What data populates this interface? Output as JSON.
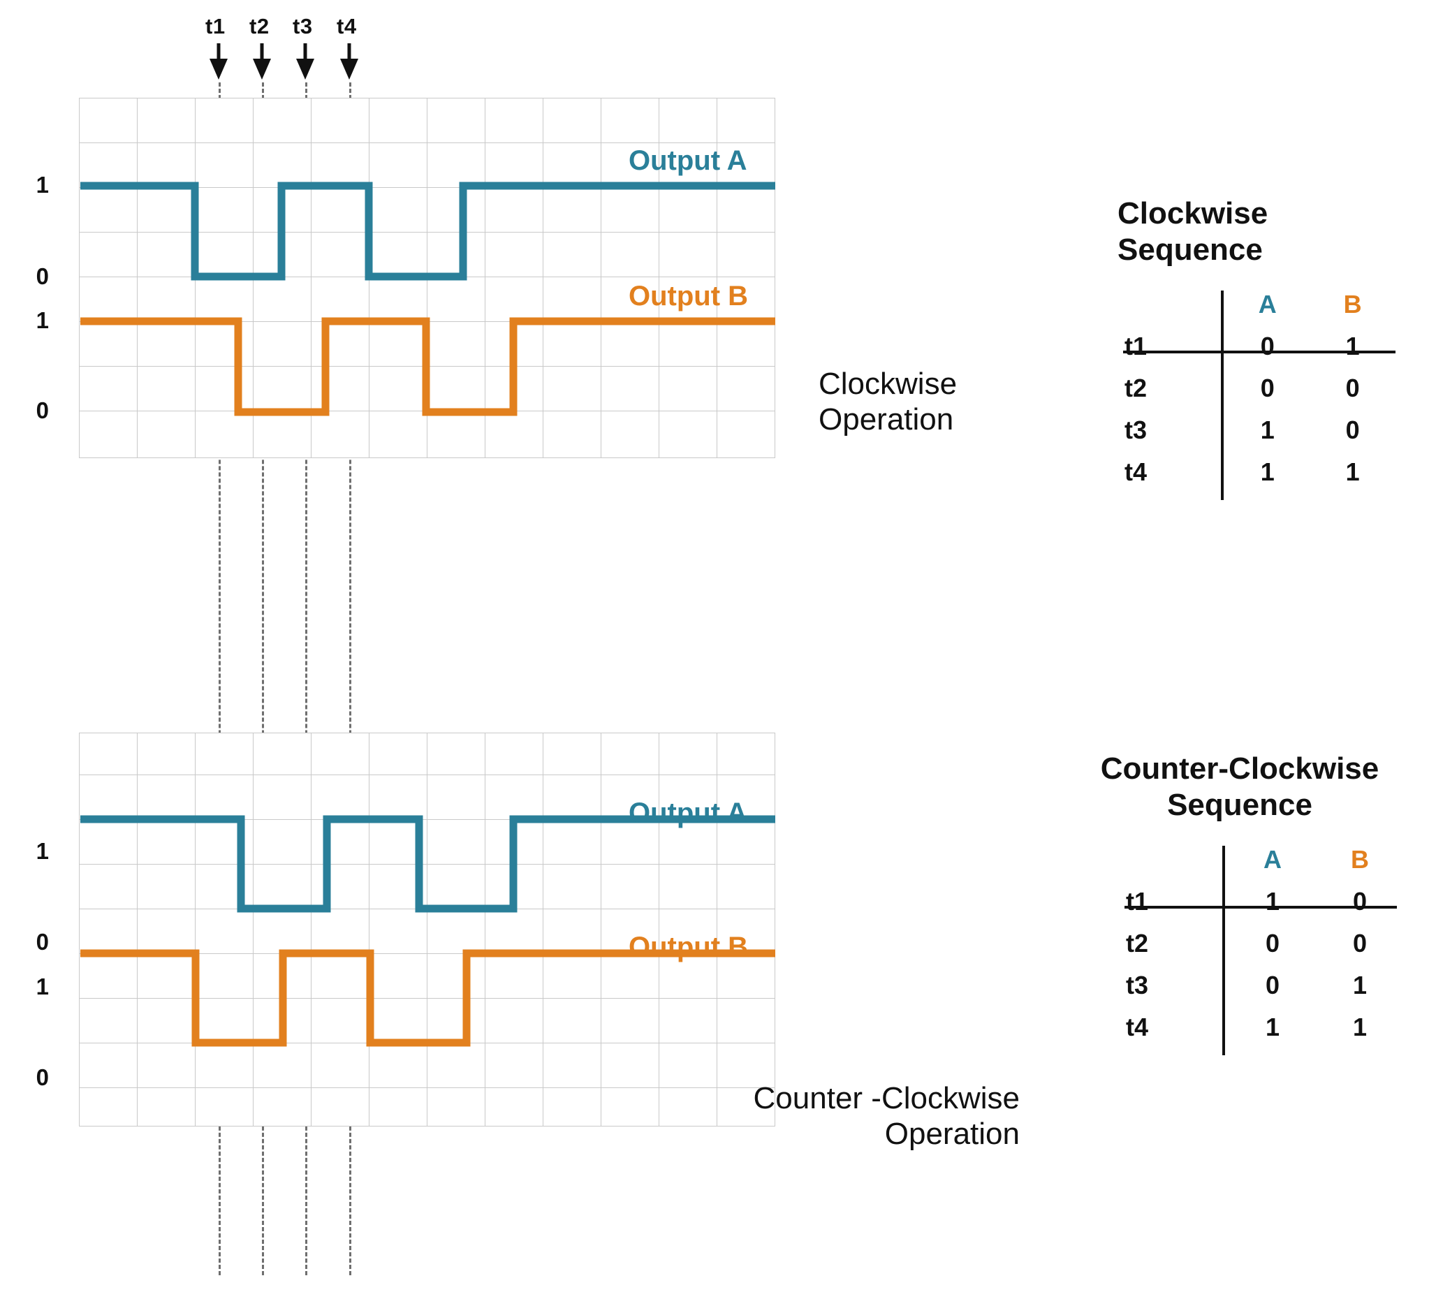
{
  "time_markers": [
    {
      "label": "t1",
      "x": 313
    },
    {
      "label": "t2",
      "x": 375
    },
    {
      "label": "t3",
      "x": 437
    },
    {
      "label": "t4",
      "x": 500
    }
  ],
  "colors": {
    "output_a": "#2a7f99",
    "output_b": "#e2801e",
    "grid": "#c9c9c9",
    "guide": "#6f6f6f",
    "text": "#111111"
  },
  "charts": [
    {
      "id": "clockwise",
      "caption_line1": "Clockwise",
      "caption_line2": "Operation",
      "series_label_a": "Output A",
      "series_label_b": "Output B",
      "axis_labels": [
        "1",
        "0",
        "1",
        "0"
      ],
      "chart_data": {
        "type": "line",
        "title": "Clockwise Operation",
        "xlabel": "",
        "ylabel": "",
        "grid": true,
        "legend": [
          "Output A",
          "Output B"
        ],
        "annotations": [
          "t1",
          "t2",
          "t3",
          "t4"
        ],
        "x": [
          0,
          2,
          3.5,
          5,
          6.6,
          12
        ],
        "series": [
          {
            "name": "Output A",
            "color": "#2a7f99",
            "type": "digital",
            "transitions_x": [
              0,
              2.0,
              3.5,
              5.0,
              6.62,
              12
            ],
            "values": [
              1,
              0,
              1,
              0,
              1
            ]
          },
          {
            "name": "Output B",
            "color": "#e2801e",
            "type": "digital",
            "transitions_x": [
              0,
              2.75,
              4.25,
              5.99,
              7.49,
              12
            ],
            "values": [
              1,
              0,
              1,
              0,
              1
            ]
          }
        ],
        "sampled_at_markers": {
          "t1": {
            "A": 0,
            "B": 1
          },
          "t2": {
            "A": 0,
            "B": 0
          },
          "t3": {
            "A": 1,
            "B": 0
          },
          "t4": {
            "A": 1,
            "B": 1
          }
        }
      }
    },
    {
      "id": "counter-clockwise",
      "caption_line1": "Counter -Clockwise",
      "caption_line2": "Operation",
      "series_label_a": "Output A",
      "series_label_b": "Output B",
      "axis_labels": [
        "1",
        "0",
        "1",
        "0"
      ],
      "chart_data": {
        "type": "line",
        "title": "Counter -Clockwise Operation",
        "xlabel": "",
        "ylabel": "",
        "grid": true,
        "legend": [
          "Output A",
          "Output B"
        ],
        "annotations": [
          "t1",
          "t2",
          "t3",
          "t4"
        ],
        "x": [
          0,
          2.8,
          4.3,
          5.9,
          7.5,
          12
        ],
        "series": [
          {
            "name": "Output A",
            "color": "#2a7f99",
            "type": "digital",
            "transitions_x": [
              0,
              2.8,
              4.28,
              5.87,
              7.49,
              12
            ],
            "values": [
              1,
              0,
              1,
              0,
              1
            ]
          },
          {
            "name": "Output B",
            "color": "#e2801e",
            "type": "digital",
            "transitions_x": [
              0,
              2.01,
              3.52,
              5.02,
              6.69,
              12
            ],
            "values": [
              1,
              0,
              1,
              0,
              1
            ]
          }
        ],
        "sampled_at_markers": {
          "t1": {
            "A": 1,
            "B": 0
          },
          "t2": {
            "A": 0,
            "B": 0
          },
          "t3": {
            "A": 0,
            "B": 1
          },
          "t4": {
            "A": 1,
            "B": 1
          }
        }
      }
    }
  ],
  "sequence_tables": [
    {
      "id": "clockwise-sequence",
      "title_line1": "Clockwise",
      "title_line2": "Sequence",
      "headers": {
        "time": "",
        "a": "A",
        "b": "B"
      },
      "rows": [
        {
          "t": "t1",
          "a": "0",
          "b": "1"
        },
        {
          "t": "t2",
          "a": "0",
          "b": "0"
        },
        {
          "t": "t3",
          "a": "1",
          "b": "0"
        },
        {
          "t": "t4",
          "a": "1",
          "b": "1"
        }
      ]
    },
    {
      "id": "counter-clockwise-sequence",
      "title_line1": "Counter-Clockwise",
      "title_line2": "Sequence",
      "headers": {
        "time": "",
        "a": "A",
        "b": "B"
      },
      "rows": [
        {
          "t": "t1",
          "a": "1",
          "b": "0"
        },
        {
          "t": "t2",
          "a": "0",
          "b": "0"
        },
        {
          "t": "t3",
          "a": "0",
          "b": "1"
        },
        {
          "t": "t4",
          "a": "1",
          "b": "1"
        }
      ]
    }
  ]
}
